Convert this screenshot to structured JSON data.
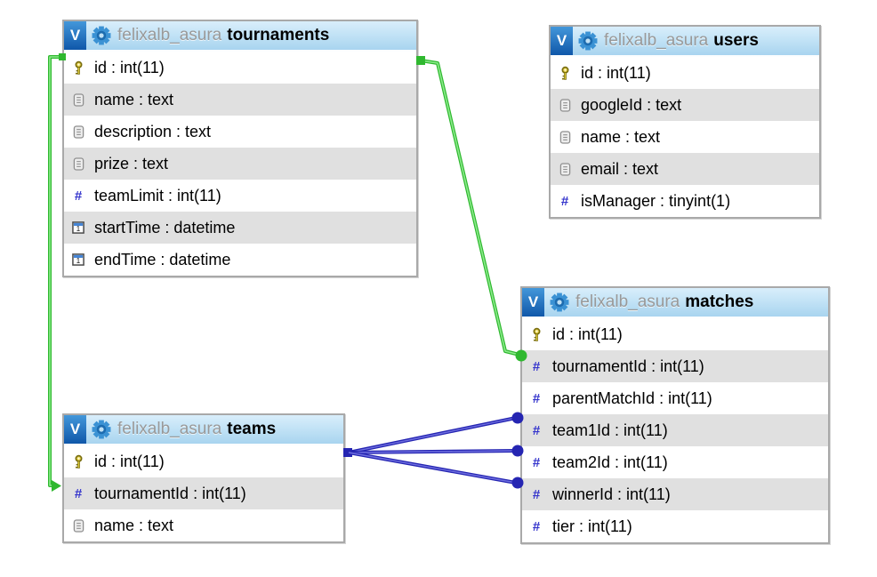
{
  "diagram": {
    "view_badge": "V",
    "colors": {
      "green": "#2fb82f",
      "green_light": "#8ceb8c",
      "blue": "#2525b2",
      "blue_light": "#7070e0",
      "header_accent": "#1b70c8",
      "row_alt": "#e0e0e0",
      "border": "#a9a9a9"
    },
    "tables": [
      {
        "id": "tournaments",
        "schema": "felixalb_asura",
        "name": "tournaments",
        "fields": [
          {
            "icon": "key-icon",
            "label": "id : int(11)"
          },
          {
            "icon": "text-icon",
            "label": "name : text"
          },
          {
            "icon": "text-icon",
            "label": "description : text"
          },
          {
            "icon": "text-icon",
            "label": "prize : text"
          },
          {
            "icon": "numeric-icon",
            "label": "teamLimit : int(11)"
          },
          {
            "icon": "datetime-icon",
            "label": "startTime : datetime"
          },
          {
            "icon": "datetime-icon",
            "label": "endTime : datetime"
          }
        ]
      },
      {
        "id": "users",
        "schema": "felixalb_asura",
        "name": "users",
        "fields": [
          {
            "icon": "key-icon",
            "label": "id : int(11)"
          },
          {
            "icon": "text-icon",
            "label": "googleId : text"
          },
          {
            "icon": "text-icon",
            "label": "name : text"
          },
          {
            "icon": "text-icon",
            "label": "email : text"
          },
          {
            "icon": "numeric-icon",
            "label": "isManager : tinyint(1)"
          }
        ]
      },
      {
        "id": "matches",
        "schema": "felixalb_asura",
        "name": "matches",
        "fields": [
          {
            "icon": "key-icon",
            "label": "id : int(11)"
          },
          {
            "icon": "numeric-icon",
            "label": "tournamentId : int(11)"
          },
          {
            "icon": "numeric-icon",
            "label": "parentMatchId : int(11)"
          },
          {
            "icon": "numeric-icon",
            "label": "team1Id : int(11)"
          },
          {
            "icon": "numeric-icon",
            "label": "team2Id : int(11)"
          },
          {
            "icon": "numeric-icon",
            "label": "winnerId : int(11)"
          },
          {
            "icon": "numeric-icon",
            "label": "tier : int(11)"
          }
        ]
      },
      {
        "id": "teams",
        "schema": "felixalb_asura",
        "name": "teams",
        "fields": [
          {
            "icon": "key-icon",
            "label": "id : int(11)"
          },
          {
            "icon": "numeric-icon",
            "label": "tournamentId : int(11)"
          },
          {
            "icon": "text-icon",
            "label": "name : text"
          }
        ]
      }
    ],
    "connections": [
      {
        "name": "fk-teams-tournamentId-to-tournaments-id",
        "from": "teams.tournamentId",
        "to": "tournaments.id",
        "color_key": "green"
      },
      {
        "name": "fk-matches-tournamentId-to-tournaments-id",
        "from": "matches.tournamentId",
        "to": "tournaments.id",
        "color_key": "green"
      },
      {
        "name": "fk-matches-team1Id-to-teams-id",
        "from": "matches.team1Id",
        "to": "teams.id",
        "color_key": "blue"
      },
      {
        "name": "fk-matches-team2Id-to-teams-id",
        "from": "matches.team2Id",
        "to": "teams.id",
        "color_key": "blue"
      },
      {
        "name": "fk-matches-winnerId-to-teams-id",
        "from": "matches.winnerId",
        "to": "teams.id",
        "color_key": "blue"
      }
    ]
  }
}
